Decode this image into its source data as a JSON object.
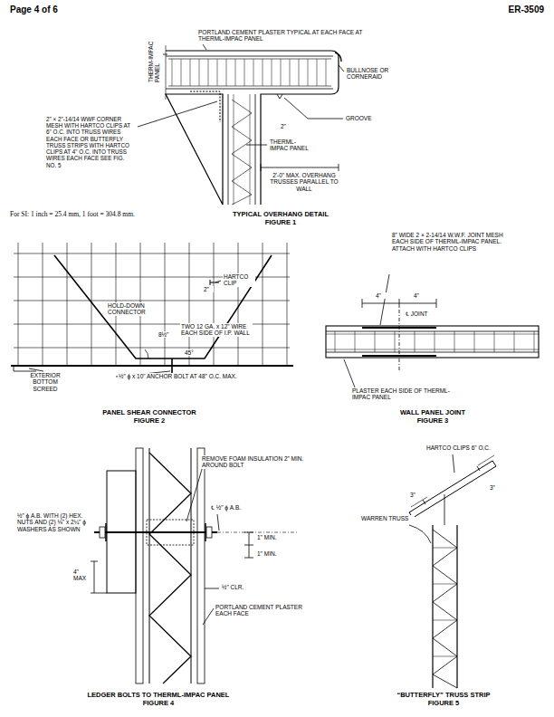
{
  "diagram": {
    "labels": [
      "Page 4 of 6",
      "ER-3509",
      "THERM-IMPAC PANEL",
      "PORTLAND CEMENT PLASTER TYPICAL AT EACH FACE AT THERML-IMPAC PANEL",
      "BULLNOSE OR CORNERAID",
      "2\" × 2\"-14/14 WWF CORNER MESH WITH HARTCO CLIPS AT 6\" O.C. INTO TRUSS WIRES EACH FACE OR BUTTERFLY TRUSS STRIPS WITH HARTCO CLIPS AT 4\" O.C. INTO TRUSS WIRES EACH FACE SEE FIG. NO. 5",
      "2\"",
      "GROOVE",
      "THERML-IMPAC PANEL",
      "2'-0\" MAX. OVERHANG TRUSSES PARALLEL TO WALL",
      "For SI: 1 inch = 25.4 mm, 1 foot = 304.8 mm.",
      "TYPICAL OVERHANG DETAIL",
      "FIGURE 1",
      "HARTCO CLIP",
      "2\"",
      "HOLD-DOWN CONNECTOR",
      "8½\"",
      "TWO 12 GA. x 12\" WIRE EACH SIDE OF I.P. WALL",
      "45°",
      "EXTERIOR BOTTOM SCREED",
      "½\" ϕ x 10\" ANCHOR BOLT AT 48\" O.C. MAX.",
      "PANEL SHEAR CONNECTOR",
      "FIGURE 2",
      "8\" WIDE 2 × 2-14/14 W.W.F. JOINT MESH EACH SIDE OF THERML-IMPAC PANEL. ATTACH WITH HARTCO CLIPS",
      "4\"",
      "4\"",
      "℄ JOINT",
      "PLASTER EACH SIDE OF THERML-IMPAC PANEL",
      "WALL PANEL JOINT",
      "FIGURE 3",
      "REMOVE FOAM INSULATION 2\" MIN. AROUND BOLT",
      "½\" ϕ A.B. WITH (2) HEX. NUTS AND (2) ⅛\" x 2¼\" ϕ WASHERS AS SHOWN",
      "℄ ½\" ϕ A.B.",
      "1\" MIN.",
      "1\" MIN.",
      "4\" MAX",
      "½\" CLR.",
      "PORTLAND CEMENT PLASTER EACH FACE",
      "LEDGER BOLTS TO THERML-IMPAC PANEL",
      "FIGURE 4",
      "HARTCO CLIPS 6\" O.C.",
      "3\"",
      "3\"",
      "WARREN TRUSS",
      "“BUTTERFLY” TRUSS STRIP",
      "FIGURE 5"
    ]
  }
}
